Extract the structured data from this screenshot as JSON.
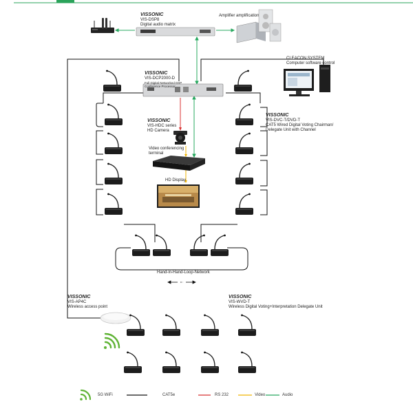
{
  "colors": {
    "header_green": "#2aa35a",
    "rs232": "#d83030",
    "video": "#f0b400",
    "audio": "#27a85f",
    "cat5e": "#111111",
    "wifi": "#5fb335"
  },
  "dsp8": {
    "brand": "VISSONIC",
    "model": "VIS-DSP8",
    "desc": "Digital audio matrix"
  },
  "amplifier": {
    "label": "Amplifier amplification"
  },
  "dcp": {
    "brand": "VISSONIC",
    "model": "VIS-DCP2000-D",
    "desc1": "Full Digital Networked DSP",
    "desc2": "Conference Processor"
  },
  "cleacon": {
    "title": "CLEACON SYSTEM",
    "desc": "Computer software control"
  },
  "camera": {
    "brand": "VISSONIC",
    "model": "VIS-HDC series",
    "desc": "HD Camera"
  },
  "terminal": {
    "line1": "Video conferencing",
    "line2": "terminal"
  },
  "display": {
    "label": "HD Display"
  },
  "dvc": {
    "brand": "VISSONIC",
    "model": "VIS-DVC-T/DVD-T",
    "desc1": "CAT5 Wired Digital Voting Chairman/",
    "desc2": "Delegate Unit with Channel"
  },
  "loop": {
    "label": "Hand-in-Hand-Loop-Network"
  },
  "ap": {
    "brand": "VISSONIC",
    "model": "VIS-AP4C",
    "desc": "Wireless access point"
  },
  "wvd": {
    "brand": "VISSONIC",
    "model": "VIS-WVD-T",
    "desc": "Wireless Digital Voting+Interpretation Delegate Unit"
  },
  "legend": {
    "wifi": "5G WiFi",
    "cat5e": "CAT5e",
    "rs232": "RS 232",
    "video": "Video",
    "audio": "Audio"
  },
  "icons": [
    "wireless-mic-receiver-icon",
    "dsp-rack-icon",
    "amplifier-speaker-icon",
    "processor-rack-icon",
    "computer-icon",
    "camera-icon",
    "terminal-icon",
    "hd-display-icon",
    "conference-mic-icon",
    "access-point-icon",
    "wifi-icon"
  ]
}
